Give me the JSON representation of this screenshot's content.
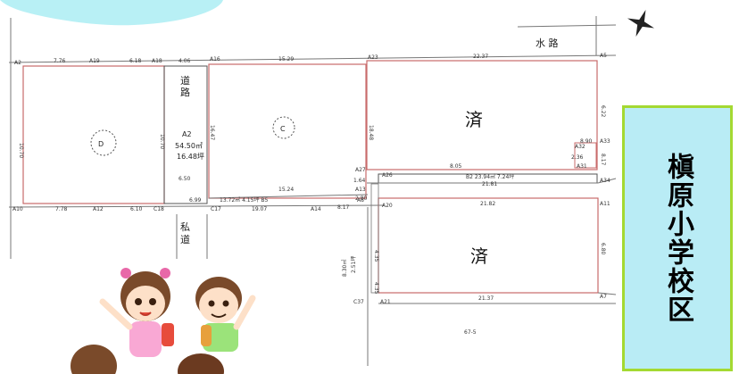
{
  "colors": {
    "cloud": "#b8f0f5",
    "school_bg": "#b9ecf5",
    "school_border": "#a4d932",
    "lot_line": "#c96b6b"
  },
  "school": {
    "label": "槇原小学校区"
  },
  "top_label": "水 路",
  "road_v": "道\n路",
  "road_v_chars": [
    "道",
    "路"
  ],
  "private_road_chars": [
    "私",
    "道"
  ],
  "lots": {
    "D": {
      "label": "D"
    },
    "C": {
      "label": "C"
    },
    "sumi1": "済",
    "sumi2": "済"
  },
  "area_road": {
    "line1": "54.50㎡",
    "line2": "16.48坪"
  },
  "area_b5": "13.72㎡ 4.15坪 B5",
  "area_b2": "B2   23.94㎡ 7.24坪",
  "area_side": {
    "line1": "8.30㎡",
    "line2": "2.51坪"
  },
  "parcel_no": "67-5",
  "points": [
    "A2",
    "A19",
    "A18",
    "A16",
    "A23",
    "A5",
    "A10",
    "A12",
    "C18",
    "C17",
    "A14",
    "A13",
    "A27",
    "A26",
    "A34",
    "A32",
    "A33",
    "A31",
    "A11",
    "A20",
    "A21",
    "A7",
    "C37",
    "A8"
  ],
  "dims": [
    "7.76",
    "6.18",
    "4.06",
    "15.29",
    "22.37",
    "10.70",
    "16.47",
    "18.48",
    "7.78",
    "6.10",
    "6.99",
    "19.07",
    "15.24",
    "8.17",
    "21.37",
    "8.05",
    "21.81",
    "1.64",
    "2.80",
    "21.82",
    "6.50",
    "8.90",
    "2.36",
    "8.17",
    "6.22",
    "6.80",
    "4.35"
  ]
}
